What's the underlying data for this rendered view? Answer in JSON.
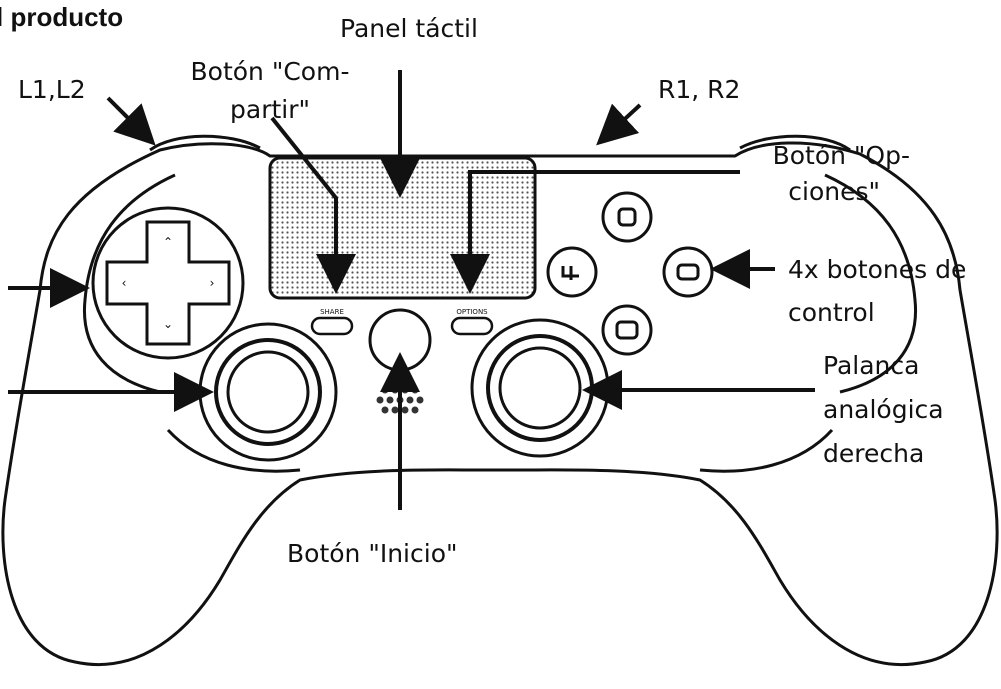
{
  "heading": "l producto",
  "labels": {
    "touchpad": "Panel táctil",
    "share_line1": "Botón \"Com-",
    "share_line2": "partir\"",
    "l1l2": "L1,L2",
    "r1r2": "R1, R2",
    "options_line1": "Botón \"Op-",
    "options_line2": "ciones\"",
    "control_buttons_line1": "4x botones de",
    "control_buttons_line2": "control",
    "right_stick_line1": "Palanca",
    "right_stick_line2": "analógica",
    "right_stick_line3": "derecha",
    "home": "Botón \"Inicio\""
  },
  "controller_marks": {
    "share_text": "SHARE",
    "options_text": "OPTIONS"
  },
  "colors": {
    "ink": "#111111",
    "dots": "#555555",
    "background": "#ffffff"
  }
}
